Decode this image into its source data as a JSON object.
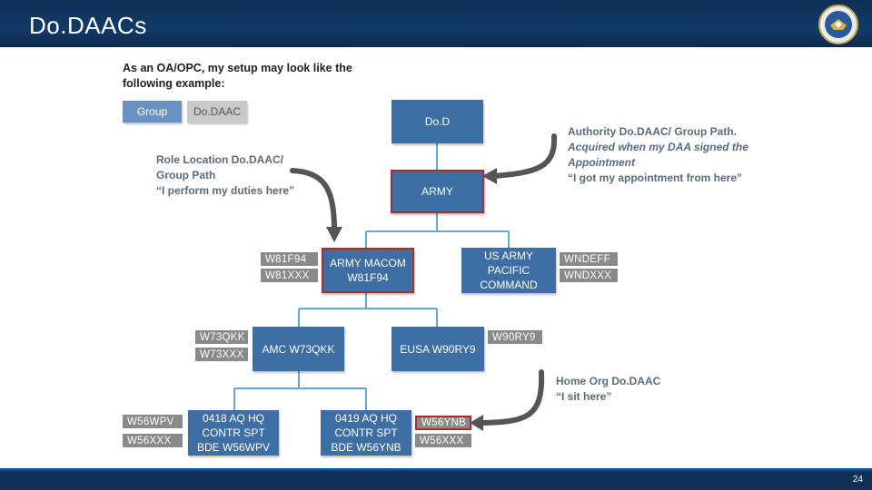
{
  "header": {
    "title": "Do.DAACs"
  },
  "intro": {
    "line1": "As an OA/OPC, my setup may look like the",
    "line2": "following example:"
  },
  "legend": {
    "group": "Group",
    "dodaac": "Do.DAAC"
  },
  "notes": {
    "role": {
      "l1": "Role Location Do.DAAC/",
      "l2": "Group Path",
      "l3": "“I perform my duties here”"
    },
    "authority": {
      "l1": "Authority Do.DAAC/ Group Path.",
      "l2": "Acquired when my DAA signed the",
      "l3": "Appointment",
      "l4": "“I got my appointment from here”"
    },
    "home": {
      "l1": "Home Org Do.DAAC",
      "l2": "“I sit here”"
    }
  },
  "nodes": {
    "dod": "Do.D",
    "army": "ARMY",
    "macom_l1": "ARMY MACOM",
    "macom_l2": "W81F94",
    "pacific_l1": "US ARMY",
    "pacific_l2": "PACIFIC",
    "pacific_l3": "COMMAND",
    "amc": "AMC W73QKK",
    "eusa": "EUSA W90RY9",
    "aq0418_l1": "0418 AQ HQ",
    "aq0418_l2": "CONTR SPT",
    "aq0418_l3": "BDE W56WPV",
    "aq0419_l1": "0419 AQ HQ",
    "aq0419_l2": "CONTR SPT",
    "aq0419_l3": "BDE W56YNB"
  },
  "tags": {
    "w81f94": "W81F94",
    "w81xxx": "W81XXX",
    "wndeff": "WNDEFF",
    "wndxxx": "WNDXXX",
    "w73qkk": "W73QKK",
    "w73xxx": "W73XXX",
    "w90ry9": "W90RY9",
    "w56wpv": "W56WPV",
    "w56xxx_left": "W56XXX",
    "w56ynb": "W56YNB",
    "w56xxx_right": "W56XXX"
  },
  "footer": {
    "page": "24"
  },
  "colors": {
    "header": "#0f2f55",
    "node": "#3d6ea4",
    "highlight": "#b02a2a",
    "tag": "#8a8a8a",
    "note": "#5a6b7c"
  },
  "icons": {
    "seal": "dod-seal-icon",
    "arrow": "curved-arrow-icon"
  }
}
